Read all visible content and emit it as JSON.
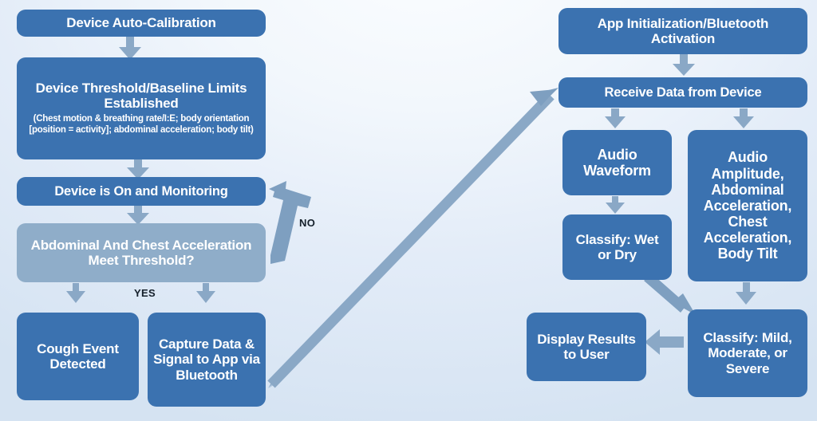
{
  "diagram": {
    "title": "Cough Detection Device and App Flowchart",
    "colors": {
      "node_dark": "#3b72b0",
      "node_light": "#8fadc9",
      "arrow": "#8aa8c6",
      "text": "#ffffff",
      "label_text": "#15202b",
      "background_top": "#fbfdff",
      "background_bottom": "#d5e3f2"
    },
    "device_branch": {
      "auto_calibration": {
        "label": "Device Auto-Calibration"
      },
      "threshold": {
        "label": "Device Threshold/Baseline Limits Established",
        "detail": "(Chest motion & breathing rate/I:E; body orientation [position = activity]; abdominal acceleration; body tilt)"
      },
      "monitoring": {
        "label": "Device is On and Monitoring"
      },
      "decision": {
        "label": "Abdominal And Chest Acceleration Meet Threshold?"
      },
      "cough_event": {
        "label": "Cough Event Detected"
      },
      "capture_data": {
        "label": "Capture Data & Signal to App via Bluetooth"
      }
    },
    "app_branch": {
      "app_init": {
        "label": "App Initialization/Bluetooth Activation"
      },
      "receive_data": {
        "label": "Receive Data from Device"
      },
      "audio_waveform": {
        "label": "Audio Waveform"
      },
      "audio_features": {
        "label": "Audio Amplitude, Abdominal Acceleration, Chest Acceleration, Body Tilt"
      },
      "classify_wet_dry": {
        "label": "Classify: Wet or Dry"
      },
      "classify_severity": {
        "label": "Classify: Mild, Moderate, or Severe"
      },
      "display_results": {
        "label": "Display Results to User"
      }
    },
    "edge_labels": {
      "no": "NO",
      "yes": "YES"
    }
  }
}
